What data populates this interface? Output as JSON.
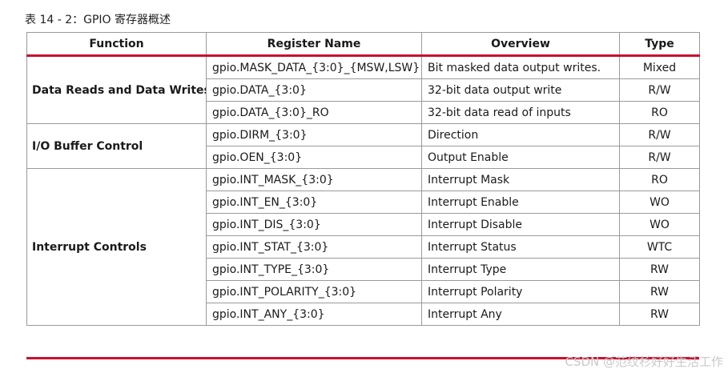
{
  "caption": "表 14 - 2：GPIO 寄存器概述",
  "headers": [
    "Function",
    "Register Name",
    "Overview",
    "Type"
  ],
  "groups": [
    {
      "function": "Data Reads and Data Writes",
      "rows": [
        {
          "register": "gpio.MASK_DATA_{3:0}_{MSW,LSW}",
          "overview": "Bit masked data output writes.",
          "type": "Mixed"
        },
        {
          "register": "gpio.DATA_{3:0}",
          "overview": "32-bit data output write",
          "type": "R/W"
        },
        {
          "register": "gpio.DATA_{3:0}_RO",
          "overview": "32-bit data read of inputs",
          "type": "RO"
        }
      ]
    },
    {
      "function": "I/O Buffer Control",
      "rows": [
        {
          "register": "gpio.DIRM_{3:0}",
          "overview": "Direction",
          "type": "R/W"
        },
        {
          "register": "gpio.OEN_{3:0}",
          "overview": "Output Enable",
          "type": "R/W"
        }
      ]
    },
    {
      "function": "Interrupt Controls",
      "rows": [
        {
          "register": "gpio.INT_MASK_{3:0}",
          "overview": "Interrupt Mask",
          "type": "RO"
        },
        {
          "register": "gpio.INT_EN_{3:0}",
          "overview": "Interrupt Enable",
          "type": "WO"
        },
        {
          "register": "gpio.INT_DIS_{3:0}",
          "overview": "Interrupt Disable",
          "type": "WO"
        },
        {
          "register": "gpio.INT_STAT_{3:0}",
          "overview": "Interrupt Status",
          "type": "WTC"
        },
        {
          "register": "gpio.INT_TYPE_{3:0}",
          "overview": "Interrupt Type",
          "type": "RW"
        },
        {
          "register": "gpio.INT_POLARITY_{3:0}",
          "overview": "Interrupt Polarity",
          "type": "RW"
        },
        {
          "register": "gpio.INT_ANY_{3:0}",
          "overview": "Interrupt Any",
          "type": "RW"
        }
      ]
    }
  ],
  "watermark": "CSDN @范纹杉好好生活工作",
  "colors": {
    "accent_rule": "#c8102e",
    "border": "#9a9a9a",
    "watermark": "#c9c9c9"
  }
}
